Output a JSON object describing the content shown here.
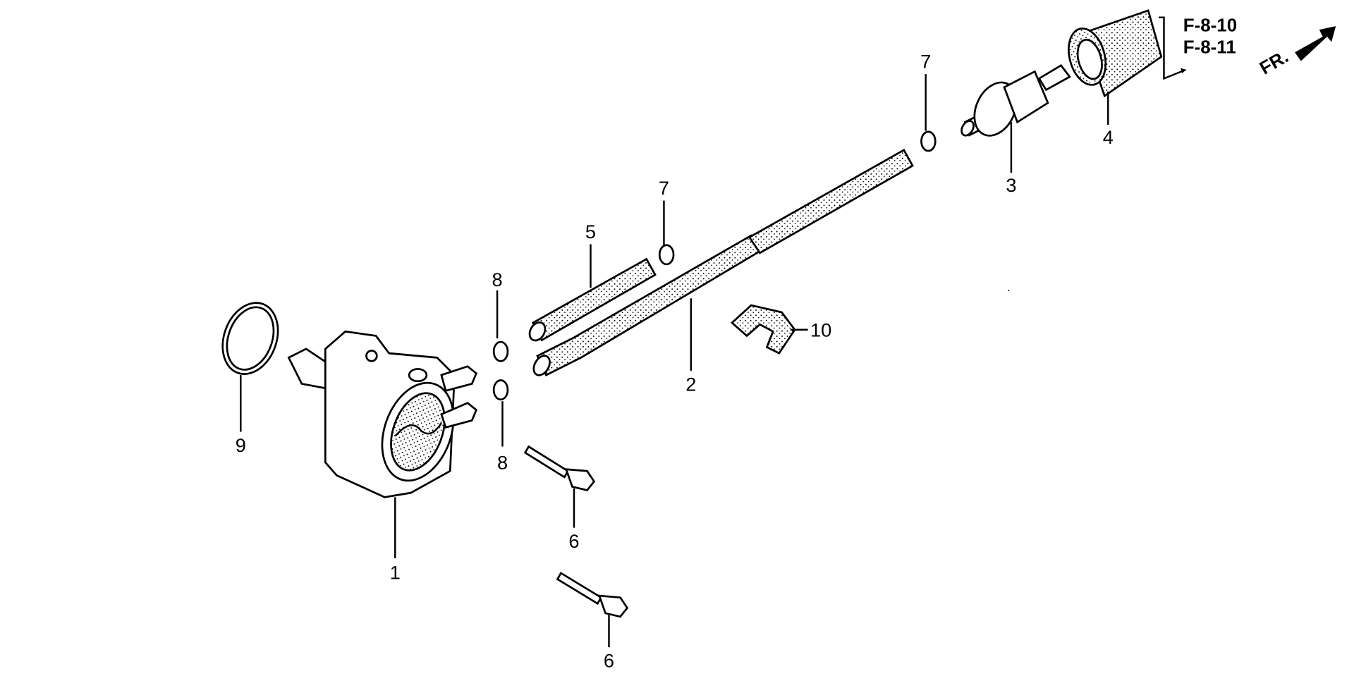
{
  "diagram": {
    "callouts": {
      "part1": "1",
      "part2": "2",
      "part3": "3",
      "part4": "4",
      "part5": "5",
      "part6a": "6",
      "part6b": "6",
      "part7a": "7",
      "part7b": "7",
      "part8a": "8",
      "part8b": "8",
      "part9": "9",
      "part10": "10"
    },
    "references": [
      "F-8-10",
      "F-8-11"
    ],
    "front_indicator": "FR."
  }
}
